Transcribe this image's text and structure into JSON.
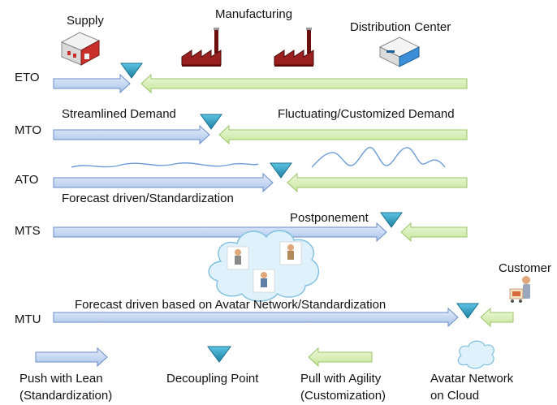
{
  "header": {
    "supply": "Supply",
    "manufacturing": "Manufacturing",
    "distribution_center": "Distribution Center",
    "customer": "Customer"
  },
  "rows": [
    {
      "id": "eto",
      "label": "ETO"
    },
    {
      "id": "mto",
      "label": "MTO"
    },
    {
      "id": "ato",
      "label": "ATO"
    },
    {
      "id": "mts",
      "label": "MTS"
    },
    {
      "id": "mtu",
      "label": "MTU"
    }
  ],
  "annotations": {
    "streamlined": "Streamlined Demand",
    "fluctuating": "Fluctuating/Customized Demand",
    "forecast": "Forecast driven/Standardization",
    "postponement": "Postponement",
    "avatar_forecast": "Forecast driven based on Avatar Network/Standardization"
  },
  "legend": {
    "push_line1": "Push with Lean",
    "push_line2": "(Standardization)",
    "decoupling": "Decoupling Point",
    "pull_line1": "Pull with Agility",
    "pull_line2": "(Customization)",
    "avatar_line1": "Avatar Network",
    "avatar_line2": "on Cloud"
  },
  "icons": {
    "supply": "supply-building-icon",
    "factory": "factory-icon",
    "distribution": "warehouse-icon",
    "decoupling": "decoupling-triangle-icon",
    "cloud": "avatar-cloud-icon",
    "customer": "customer-cart-icon"
  },
  "colors": {
    "push_fill": "#c4d7f2",
    "push_stroke": "#6a8ec8",
    "pull_fill": "#d9f0b8",
    "pull_stroke": "#9cc46a",
    "triangle": "#2ea3c7",
    "factory": "#8b1a1a",
    "cloud_fill": "#dff1fb",
    "cloud_stroke": "#7fbfe0",
    "wave": "#6b9bd6"
  }
}
